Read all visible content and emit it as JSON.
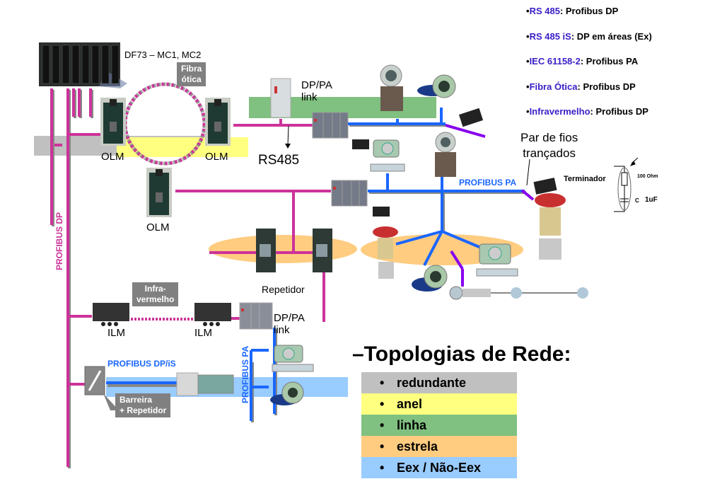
{
  "legend": [
    {
      "key": "RS 485",
      "value": "Profibus DP"
    },
    {
      "key": "RS 485 iS",
      "value": "DP em áreas (Ex)"
    },
    {
      "key": "IEC 61158-2",
      "value": "Profibus PA"
    },
    {
      "key": "Fibra Ótica",
      "value": "Profibus DP"
    },
    {
      "key": "Infravermelho",
      "value": "Profibus DP"
    }
  ],
  "labels": {
    "controller": "DF73 – MC1, MC2",
    "fiber_callout_line1": "Fibra",
    "fiber_callout_line2": "ótica",
    "olm_left": "OLM",
    "olm_right": "OLM",
    "olm_bottom": "OLM",
    "rs485": "RS485",
    "dppa_link_top_line1": "DP/PA",
    "dppa_link_top_line2": "link",
    "twisted_pair_line1": "Par de fios",
    "twisted_pair_line2": "trançados",
    "profibus_pa_top": "PROFIBUS PA",
    "terminator": "Terminador",
    "terminator_r": "100 Ohm",
    "terminator_c_label": "C",
    "terminator_c": "1uF",
    "repeater": "Repetidor",
    "ir_callout_line1": "Infra-",
    "ir_callout_line2": "vermelho",
    "ilm_left": "ILM",
    "ilm_right": "ILM",
    "dppa_link_bottom_line1": "DP/PA",
    "dppa_link_bottom_line2": "link",
    "profibus_dp_vertical": "PROFIBUS DP",
    "profibus_pa_vertical": "PROFIBUS PA",
    "profibus_dpis": "PROFIBUS DP/iS",
    "barrier_line1": "Barreira",
    "barrier_line2": "+ Repetidor"
  },
  "topologies": {
    "title": "–Topologias de Rede:",
    "bullet": "•",
    "items": [
      {
        "label": "redundante",
        "color": "#c0c0c0"
      },
      {
        "label": "anel",
        "color": "#ffff80"
      },
      {
        "label": "linha",
        "color": "#80c080"
      },
      {
        "label": "estrela",
        "color": "#ffcc80"
      },
      {
        "label": "Eex / Não-Eex",
        "color": "#99ccff"
      }
    ]
  },
  "colors": {
    "dp_bus": "#cc3399",
    "pa_bus": "#1a66ff",
    "ir_link": "#8800ee",
    "legend_key": "#3a1ec8",
    "callout_bg": "#808080"
  }
}
